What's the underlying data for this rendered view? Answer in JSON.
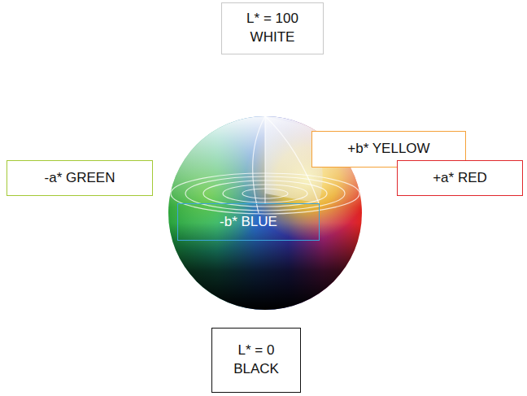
{
  "diagram": {
    "nodes": [
      {
        "text": [
          "L* = 100",
          "WHITE"
        ]
      },
      {
        "text": [
          "+b* YELLOW"
        ]
      },
      {
        "text": [
          "-a* GREEN"
        ]
      },
      {
        "text": [
          "+a* RED"
        ]
      },
      {
        "text": [
          "-b* BLUE"
        ]
      },
      {
        "text": [
          "L* = 0",
          "BLACK"
        ]
      }
    ]
  }
}
